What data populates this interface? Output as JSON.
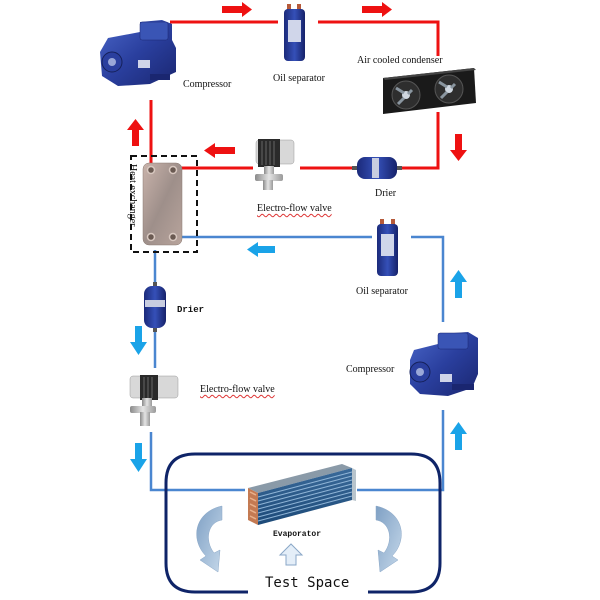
{
  "diagram": {
    "title": "Cascade refrigeration system schematic",
    "colors": {
      "high_stage_line": "#ee1111",
      "low_stage_line": "#4a86d0",
      "flow_arrow_blue": "#1aa3e8",
      "test_space_border": "#0f2468",
      "circulation_arrow": "#9bbbd8"
    },
    "high_stage": {
      "compressor_label": "Compressor",
      "oil_separator_label": "Oil separator",
      "condenser_label": "Air cooled condenser",
      "drier_label": "Drier",
      "valve_label": "Electro-flow valve",
      "heat_exchanger_label": "Heat exchanger"
    },
    "low_stage": {
      "oil_separator_label": "Oil separator",
      "compressor_label": "Compressor",
      "drier_label": "Drier",
      "valve_label": "Electro-flow valve",
      "evaporator_label": "Evaporator",
      "test_space_label": "Test Space"
    }
  }
}
